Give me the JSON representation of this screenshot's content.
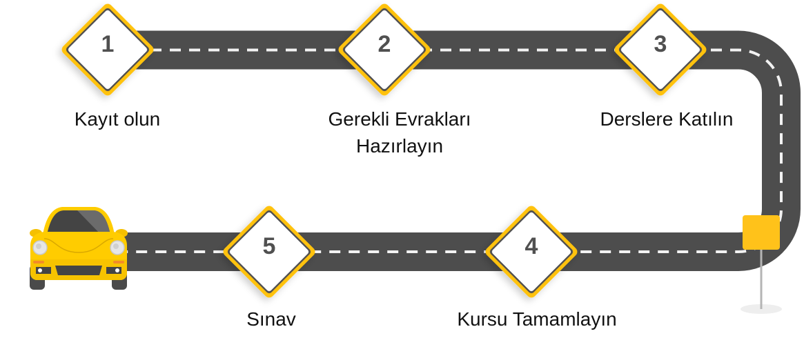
{
  "title": "Sürücü Kursu Adımları",
  "colors": {
    "road": "#4d4d4d",
    "lane_marking": "#f2f2f2",
    "sign_border": "#ffc20e",
    "sign_inner_border": "#505050",
    "sign_fill": "#ffffff",
    "car_body": "#ffcc00",
    "finish_sign": "#ffc21a"
  },
  "steps": [
    {
      "number": "1",
      "label_lines": [
        "Kayıt olun"
      ]
    },
    {
      "number": "2",
      "label_lines": [
        "Gerekli Evrakları",
        "Hazırlayın"
      ]
    },
    {
      "number": "3",
      "label_lines": [
        "Derslere Katılın"
      ]
    },
    {
      "number": "4",
      "label_lines": [
        "Kursu Tamamlayın"
      ]
    },
    {
      "number": "5",
      "label_lines": [
        "Sınav"
      ]
    }
  ],
  "icons": {
    "car": "car-icon",
    "finish": "finish-sign-icon",
    "road": "road-icon"
  }
}
